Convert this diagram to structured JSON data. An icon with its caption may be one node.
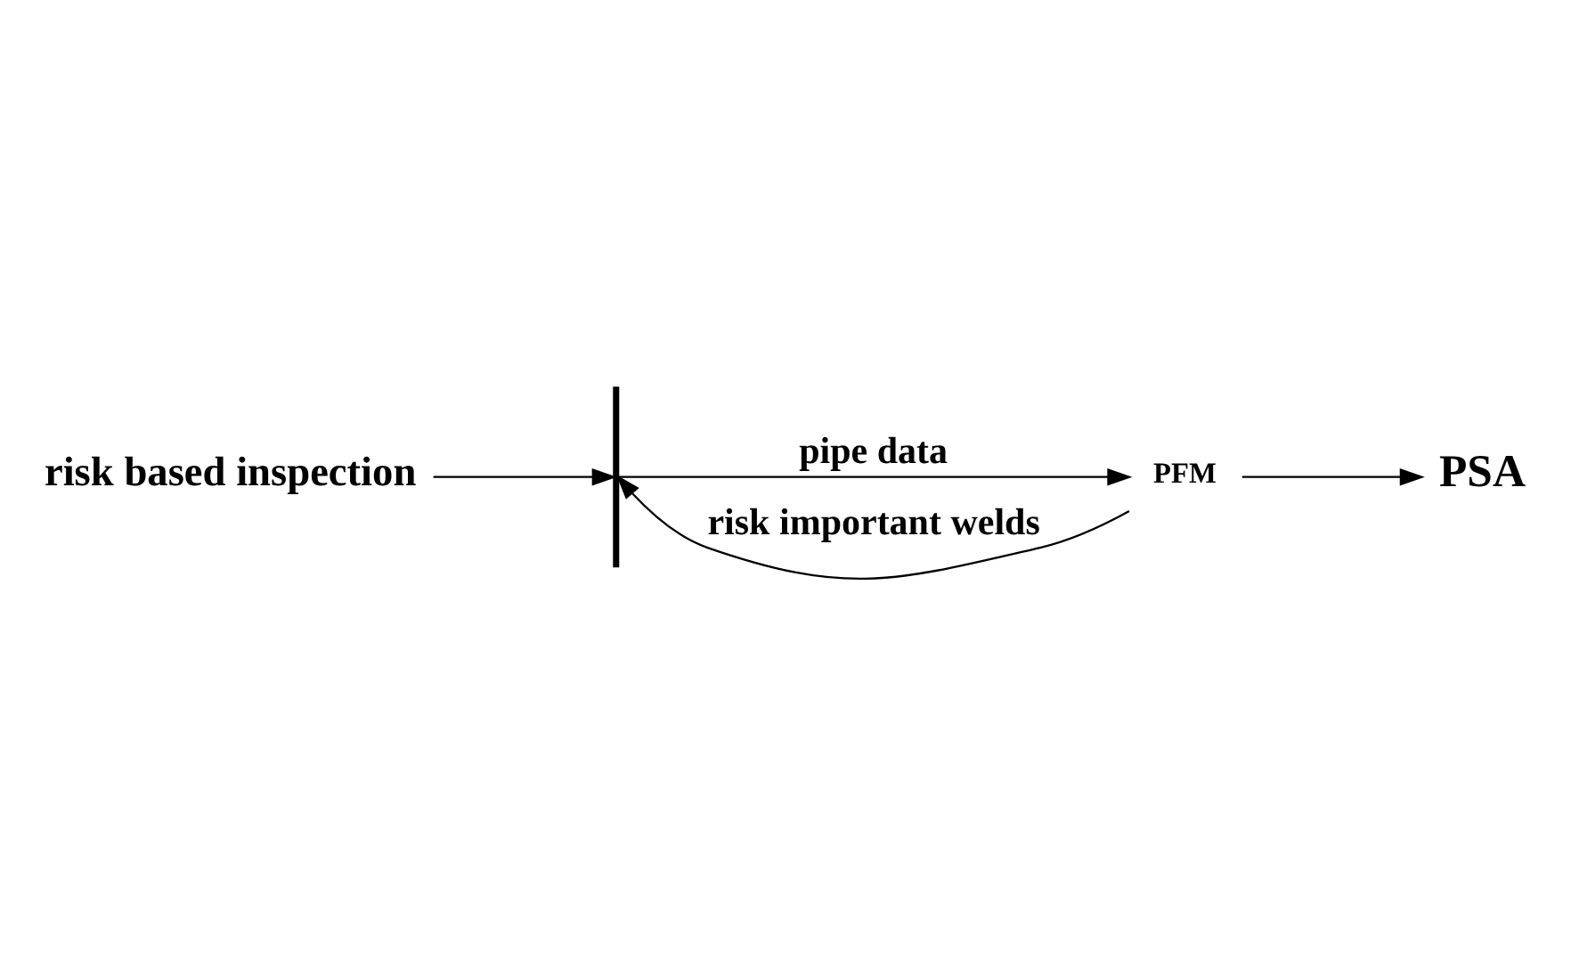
{
  "diagram": {
    "nodes": [
      {
        "text": [
          "risk based inspection"
        ]
      },
      {
        "text": [],
        "shape": "bar"
      },
      {
        "text": [
          "PFM"
        ]
      },
      {
        "text": [
          "PSA"
        ]
      }
    ],
    "edges": [
      {
        "from": 0,
        "to": 1,
        "arrow": "to"
      },
      {
        "from": 1,
        "to": 2,
        "arrow": "to",
        "label": "pipe data"
      },
      {
        "from": 2,
        "to": 1,
        "arrow": "to",
        "label": "risk important welds"
      },
      {
        "from": 2,
        "to": 3,
        "arrow": "to"
      }
    ]
  }
}
